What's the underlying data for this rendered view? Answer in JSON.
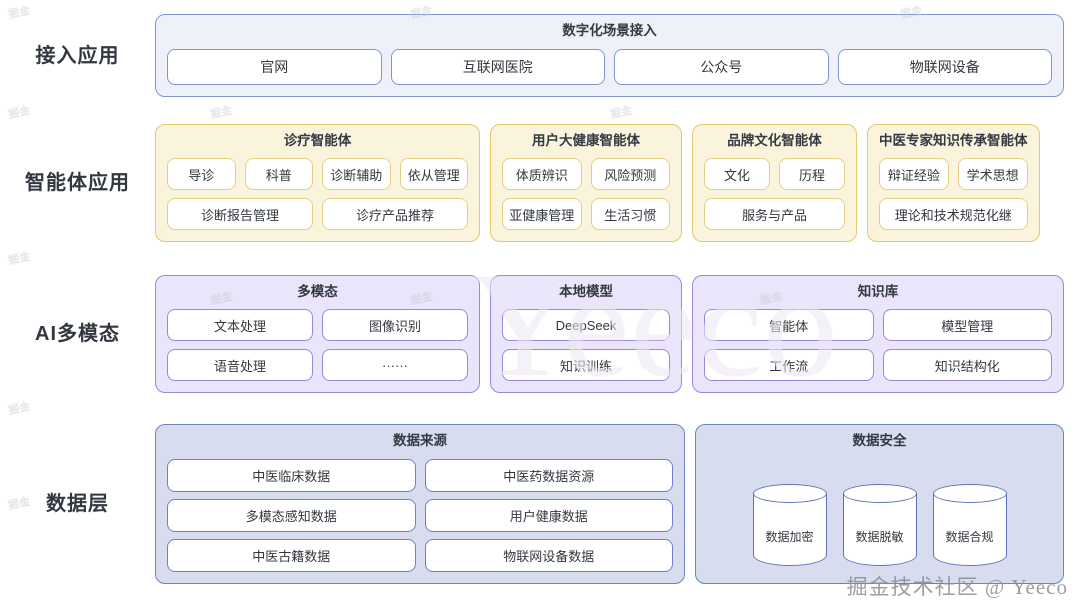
{
  "rows": [
    {
      "label": "接入应用",
      "panels": [
        {
          "title": "数字化场景接入",
          "chip_rows": [
            [
              "官网",
              "互联网医院",
              "公众号",
              "物联网设备"
            ]
          ]
        }
      ]
    },
    {
      "label": "智能体应用",
      "panels": [
        {
          "title": "诊疗智能体",
          "chip_rows": [
            [
              "导诊",
              "科普",
              "诊断辅助",
              "依从管理"
            ],
            [
              "诊断报告管理",
              "诊疗产品推荐"
            ]
          ]
        },
        {
          "title": "用户大健康智能体",
          "chip_rows": [
            [
              "体质辨识",
              "风险预测"
            ],
            [
              "亚健康管理",
              "生活习惯"
            ]
          ]
        },
        {
          "title": "品牌文化智能体",
          "chip_rows": [
            [
              "文化",
              "历程"
            ],
            [
              "服务与产品"
            ]
          ]
        },
        {
          "title": "中医专家知识传承智能体",
          "chip_rows": [
            [
              "辩证经验",
              "学术思想"
            ],
            [
              "理论和技术规范化继"
            ]
          ]
        }
      ]
    },
    {
      "label": "AI多模态",
      "panels": [
        {
          "title": "多模态",
          "chip_rows": [
            [
              "文本处理",
              "图像识别"
            ],
            [
              "语音处理",
              "······"
            ]
          ]
        },
        {
          "title": "本地模型",
          "chip_rows": [
            [
              "DeepSeek"
            ],
            [
              "知识训练"
            ]
          ]
        },
        {
          "title": "知识库",
          "chip_rows": [
            [
              "智能体",
              "模型管理"
            ],
            [
              "工作流",
              "知识结构化"
            ]
          ]
        }
      ]
    },
    {
      "label": "数据层",
      "panels": [
        {
          "title": "数据来源",
          "chip_rows": [
            [
              "中医临床数据",
              "中医药数据资源"
            ],
            [
              "多模态感知数据",
              "用户健康数据"
            ],
            [
              "中医古籍数据",
              "物联网设备数据"
            ]
          ]
        },
        {
          "title": "数据安全",
          "cylinders": [
            "数据加密",
            "数据脱敏",
            "数据合规"
          ]
        }
      ]
    }
  ],
  "watermark": {
    "main": "掘金技术社区 @ Yeeco",
    "tile": "掘金",
    "big": "Yeeco"
  },
  "colors": {
    "access_border": "#7e97d3",
    "access_fill": "#eef1fa",
    "agent_border": "#e4c969",
    "agent_fill": "#fbf4dd",
    "ai_border": "#9d87de",
    "ai_fill": "#eae5fa",
    "data_border": "#6e82c0",
    "data_fill": "#d7dcee",
    "cylinder_border": "#5c75b9",
    "chip_fill": "#ffffff",
    "text": "#33383f"
  }
}
